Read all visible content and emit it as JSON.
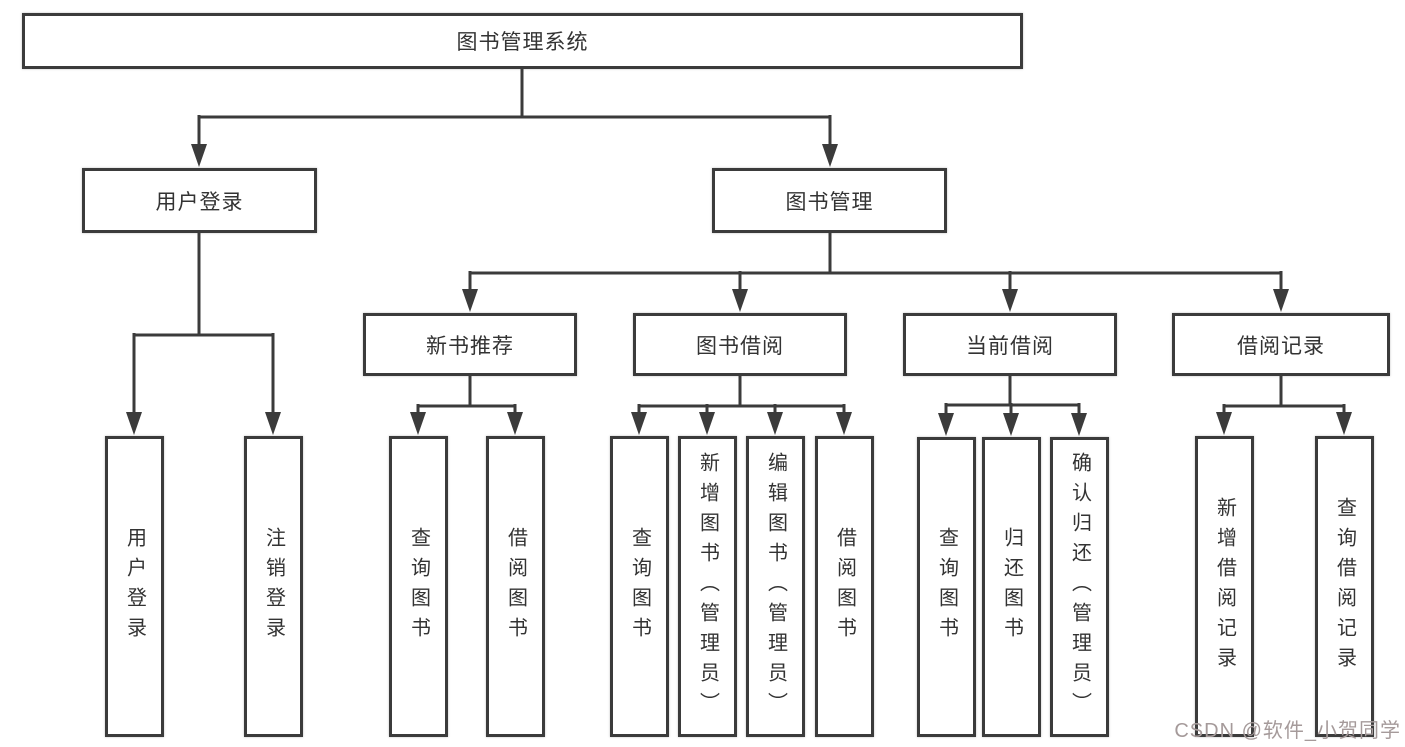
{
  "tree": {
    "root": "图书管理系统",
    "children": [
      {
        "label": "用户登录",
        "children": [
          "用户登录",
          "注销登录"
        ]
      },
      {
        "label": "图书管理",
        "children": [
          {
            "label": "新书推荐",
            "children": [
              "查询图书",
              "借阅图书"
            ]
          },
          {
            "label": "图书借阅",
            "children": [
              "查询图书",
              "新增图书（管理员）",
              "编辑图书（管理员）",
              "借阅图书"
            ]
          },
          {
            "label": "当前借阅",
            "children": [
              "查询图书",
              "归还图书",
              "确认归还（管理员）"
            ]
          },
          {
            "label": "借阅记录",
            "children": [
              "新增借阅记录",
              "查询借阅记录"
            ]
          }
        ]
      }
    ]
  },
  "watermark": {
    "text": "CSDN @软件_小贺同学"
  },
  "colors": {
    "line": "#3b3b3b",
    "text": "#333333",
    "background": "#ffffff",
    "watermark": "#a59a9a"
  }
}
